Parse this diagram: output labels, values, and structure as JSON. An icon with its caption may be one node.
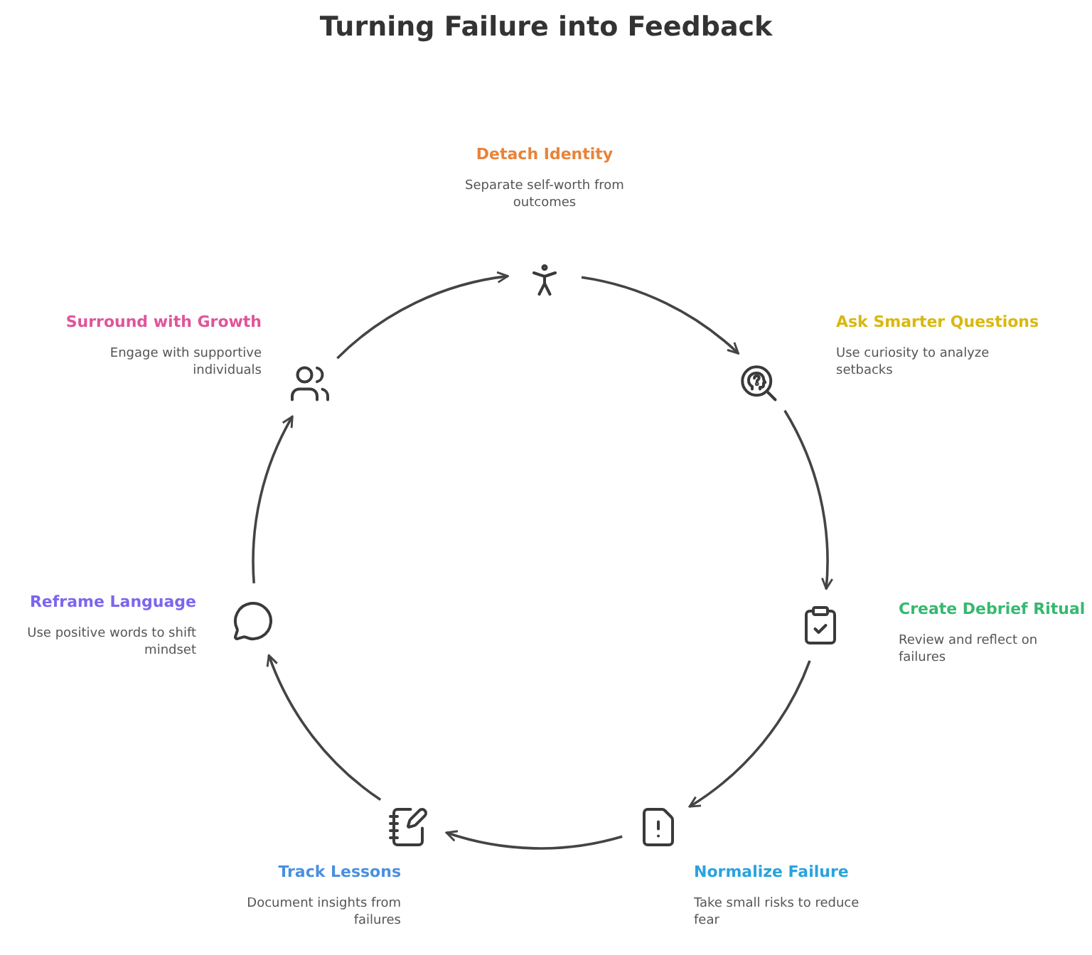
{
  "diagram": {
    "title": "Turning Failure into Feedback",
    "nodes": [
      {
        "text": [],
        "shape": "picture",
        "beside": [
          "Detach Identity",
          "Separate self-worth from outcomes"
        ]
      },
      {
        "text": [],
        "shape": "picture",
        "beside": [
          "Ask Smarter Questions",
          "Use curiosity to analyze setbacks"
        ]
      },
      {
        "text": [],
        "shape": "picture",
        "beside": [
          "Create Debrief Ritual",
          "Review and reflect on failures"
        ]
      },
      {
        "text": [],
        "shape": "picture",
        "beside": [
          "Normalize Failure",
          "Take small risks to reduce fear"
        ]
      },
      {
        "text": [],
        "shape": "picture",
        "beside": [
          "Track Lessons",
          "Document insights from failures"
        ]
      },
      {
        "text": [],
        "shape": "picture",
        "beside": [
          "Reframe Language",
          "Use positive words to shift mindset"
        ]
      },
      {
        "text": [],
        "shape": "picture",
        "beside": [
          "Surround with Growth",
          "Engage with supportive individuals"
        ]
      }
    ],
    "edges": [
      {
        "from": 0,
        "to": 1,
        "arrow": "to"
      },
      {
        "from": 1,
        "to": 2,
        "arrow": "to"
      },
      {
        "from": 2,
        "to": 3,
        "arrow": "to"
      },
      {
        "from": 3,
        "to": 4,
        "arrow": "to"
      },
      {
        "from": 4,
        "to": 5,
        "arrow": "to"
      },
      {
        "from": 5,
        "to": 6,
        "arrow": "to"
      },
      {
        "from": 6,
        "to": 0,
        "arrow": "to"
      }
    ]
  }
}
